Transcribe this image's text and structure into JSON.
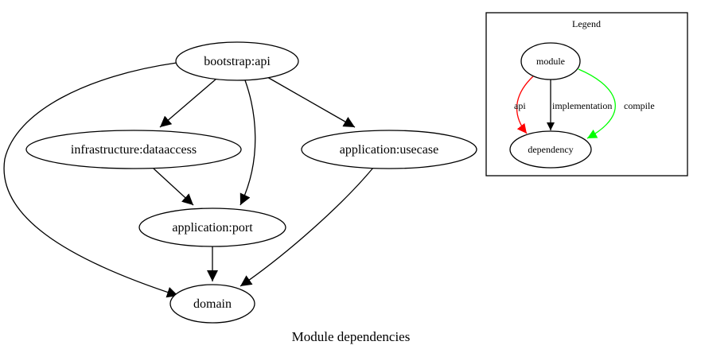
{
  "diagram": {
    "caption": "Module dependencies",
    "nodes": {
      "bootstrap_api": "bootstrap:api",
      "infrastructure_dataaccess": "infrastructure:dataaccess",
      "application_usecase": "application:usecase",
      "application_port": "application:port",
      "domain": "domain"
    },
    "edges": [
      {
        "from": "bootstrap:api",
        "to": "infrastructure:dataaccess",
        "kind": "implementation"
      },
      {
        "from": "bootstrap:api",
        "to": "application:port",
        "kind": "implementation"
      },
      {
        "from": "bootstrap:api",
        "to": "application:usecase",
        "kind": "implementation"
      },
      {
        "from": "bootstrap:api",
        "to": "domain",
        "kind": "implementation"
      },
      {
        "from": "infrastructure:dataaccess",
        "to": "application:port",
        "kind": "implementation"
      },
      {
        "from": "application:usecase",
        "to": "domain",
        "kind": "implementation"
      },
      {
        "from": "application:port",
        "to": "domain",
        "kind": "implementation"
      }
    ]
  },
  "legend": {
    "title": "Legend",
    "module_label": "module",
    "dependency_label": "dependency",
    "api_label": "api",
    "implementation_label": "implementation",
    "compile_label": "compile",
    "colors": {
      "api": "#ff0000",
      "implementation": "#000000",
      "compile": "#00ff00"
    }
  }
}
